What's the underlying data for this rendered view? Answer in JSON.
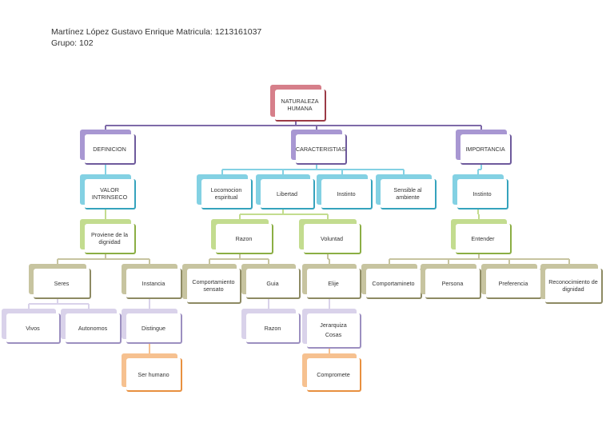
{
  "header": {
    "line1": "Martínez López Gustavo Enrique   Matricula: 1213161037",
    "line2": "Grupo: 102"
  },
  "nodes": {
    "root": "NATURALEZA HUMANA",
    "definicion": "DEFINICION",
    "caracteristicas": "CARACTERISTIAS",
    "importancia": "IMPORTANCIA",
    "valor": "VALOR INTRINSECO",
    "proviene": "Proviene de la dignidad",
    "seres": "Seres",
    "instancia": "Instancia",
    "vivos": "Vivos",
    "autonomos": "Autonomos",
    "distingue": "Distingue",
    "ser_humano": "Ser humano",
    "locomocion": "Locomocion espiritual",
    "libertad": "Libertad",
    "instinto_c": "Instinto",
    "sensible": "Sensible al ambiente",
    "razon": "Razon",
    "voluntad": "Voluntad",
    "comportamiento_s": "Comportamiento sensato",
    "guia": "Guia",
    "elije": "Elije",
    "razon2": "Razon",
    "jerarquiza_1": "Jerarquiza",
    "jerarquiza_2": "Cosas",
    "compromete": "Compromete",
    "instinto_i": "Instinto",
    "entender": "Entender",
    "comportamiento_i": "Comportamineto",
    "persona": "Persona",
    "preferencia": "Preferencia",
    "reconocimiento": "Reconocimiento de dignidad"
  },
  "colors": {
    "red": "#9b3a46",
    "red_light": "#d67f8a",
    "purple": "#6e5a9c",
    "purple_light": "#a897d2",
    "teal": "#35a3bd",
    "teal_light": "#83d1e3",
    "green": "#8bae44",
    "green_light": "#c3dc8f",
    "olive": "#8d8a63",
    "olive_light": "#c7c4a0",
    "lilac": "#9c8fc0",
    "lilac_light": "#d9d2ea",
    "orange": "#e8903f",
    "orange_light": "#f6c190",
    "connector": "#7e6aa8"
  }
}
